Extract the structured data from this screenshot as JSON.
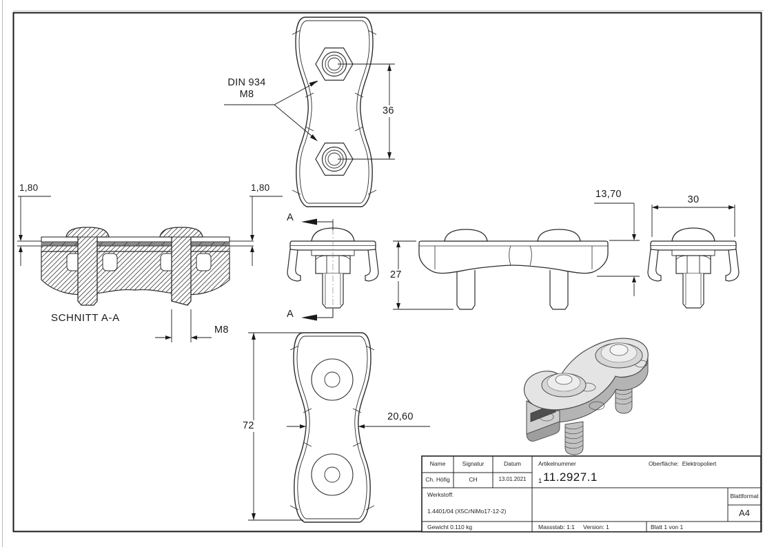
{
  "views": {
    "top": {
      "leader_line1": "DIN 934",
      "leader_line2": "M8",
      "dim_spacing": "36"
    },
    "section": {
      "label": "SCHNITT A-A",
      "dim_left": "1,80",
      "dim_right": "1,80",
      "dim_thread": "M8",
      "marker": "A"
    },
    "front": {
      "dim_height": "27",
      "dim_body": "13,70"
    },
    "end": {
      "dim_width": "30"
    },
    "bottom": {
      "dim_length": "72",
      "dim_waist": "20,60"
    }
  },
  "title_block": {
    "col_name": "Name",
    "col_sign": "Signatur",
    "col_date": "Datum",
    "name": "Ch. Höfig",
    "sign": "CH",
    "date": "13.01.2021",
    "article_label": "Artikelnummer",
    "article_prefix": "1",
    "article_number": "11.2927.1",
    "surface_label": "Oberfläche:",
    "surface_value": "Elektropoliert",
    "material_label": "Werkstoff:",
    "material_value": "1.4401/04 (X5CrNiMo17-12-2)",
    "format_label": "Blattformat",
    "format_value": "A4",
    "weight": "Gewicht 0.110 kg",
    "scale": "Massstab: 1:1",
    "version": "Version: 1",
    "sheet": "Blatt 1 von 1"
  },
  "colors": {
    "line": "#1a1a1a",
    "rope_fill": "#8a8a8a",
    "solid_light": "#e4e4e4",
    "solid_mid": "#b4b4b4"
  }
}
